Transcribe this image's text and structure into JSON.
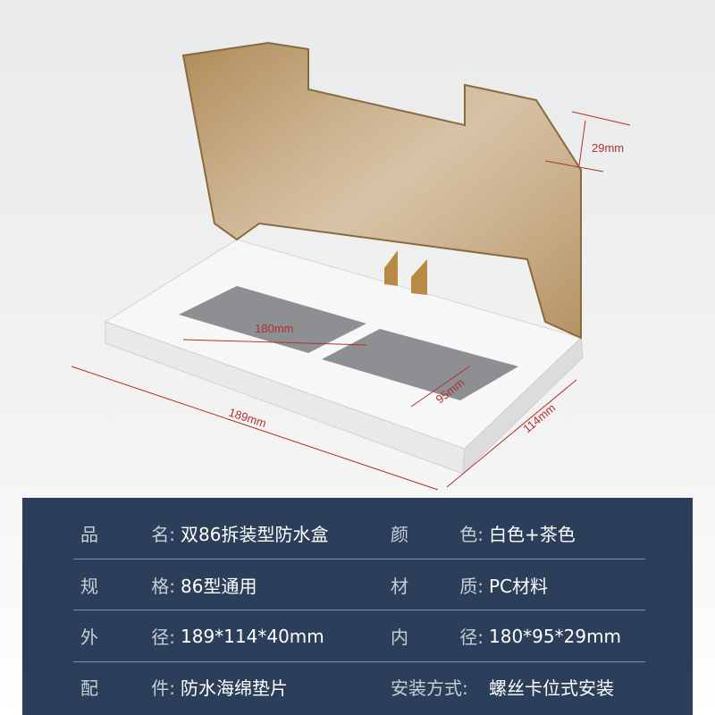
{
  "dimensions": {
    "lid_depth": "29mm",
    "inner_length": "180mm",
    "inner_width": "95mm",
    "outer_length": "189mm",
    "outer_width": "114mm"
  },
  "colors": {
    "panel": "#2b3f5a",
    "dimension_line": "#b0302e",
    "lid": "#b08a4e"
  },
  "specs": [
    {
      "left_label_a": "品",
      "left_label_b": "名:",
      "left_value": "双86拆装型防水盒",
      "right_label_a": "颜",
      "right_label_b": "色:",
      "right_value": "白色+茶色"
    },
    {
      "left_label_a": "规",
      "left_label_b": "格:",
      "left_value": "86型通用",
      "right_label_a": "材",
      "right_label_b": "质:",
      "right_value": "PC材料"
    },
    {
      "left_label_a": "外",
      "left_label_b": "径:",
      "left_value": "189*114*40mm",
      "right_label_a": "内",
      "right_label_b": "径:",
      "right_value": "180*95*29mm"
    },
    {
      "left_label_a": "配",
      "left_label_b": "件:",
      "left_value": "防水海绵垫片",
      "right_label_a": "安装方式:",
      "right_label_b": "",
      "right_value": "螺丝卡位式安装"
    }
  ]
}
